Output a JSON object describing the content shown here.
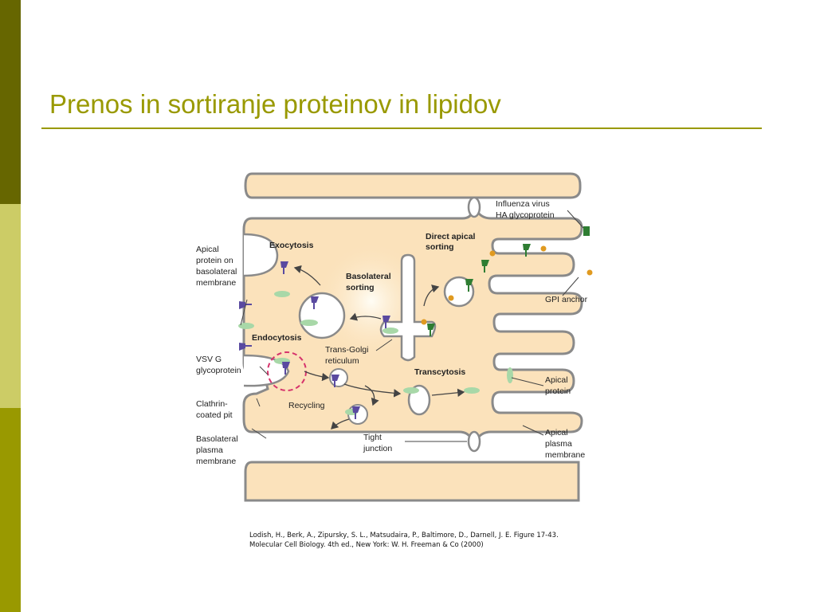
{
  "slide": {
    "title": "Prenos in sortiranje proteinov in lipidov"
  },
  "colors": {
    "accent": "#999900",
    "dark_olive": "#666600",
    "light_olive": "#cccc66",
    "cytoplasm": "#fbe2bb",
    "membrane": "#8a8a8a",
    "apical_protein": "#a8d8a8",
    "vsvg": "#5a4aa0",
    "ha": "#2e7d32",
    "gpi": "#e09a20",
    "clathrin": "#d6336c"
  },
  "labels": {
    "influenza_1": "Influenza virus",
    "influenza_2": "HA glycoprotein",
    "direct_apical_1": "Direct apical",
    "direct_apical_2": "sorting",
    "exocytosis": "Exocytosis",
    "basolateral_sorting_1": "Basolateral",
    "basolateral_sorting_2": "sorting",
    "apical_on_baso_1": "Apical",
    "apical_on_baso_2": "protein on",
    "apical_on_baso_3": "basolateral",
    "apical_on_baso_4": "membrane",
    "gpi_anchor": "GPI anchor",
    "endocytosis": "Endocytosis",
    "trans_golgi_1": "Trans-Golgi",
    "trans_golgi_2": "reticulum",
    "vsvg_1": "VSV G",
    "vsvg_2": "glycoprotein",
    "transcytosis": "Transcytosis",
    "apical_protein_1": "Apical",
    "apical_protein_2": "protein",
    "clathrin_1": "Clathrin-",
    "clathrin_2": "coated pit",
    "recycling": "Recycling",
    "baso_membrane_1": "Basolateral",
    "baso_membrane_2": "plasma",
    "baso_membrane_3": "membrane",
    "tight_1": "Tight",
    "tight_2": "junction",
    "apical_membrane_1": "Apical",
    "apical_membrane_2": "plasma",
    "apical_membrane_3": "membrane"
  },
  "caption": {
    "line1": "Lodish, H., Berk, A., Zipursky, S. L., Matsudaira, P., Baltimore, D., Darnell, J. E. Figure 17-43.",
    "line2": "Molecular Cell Biology. 4th ed., New York: W. H. Freeman & Co (2000)"
  }
}
